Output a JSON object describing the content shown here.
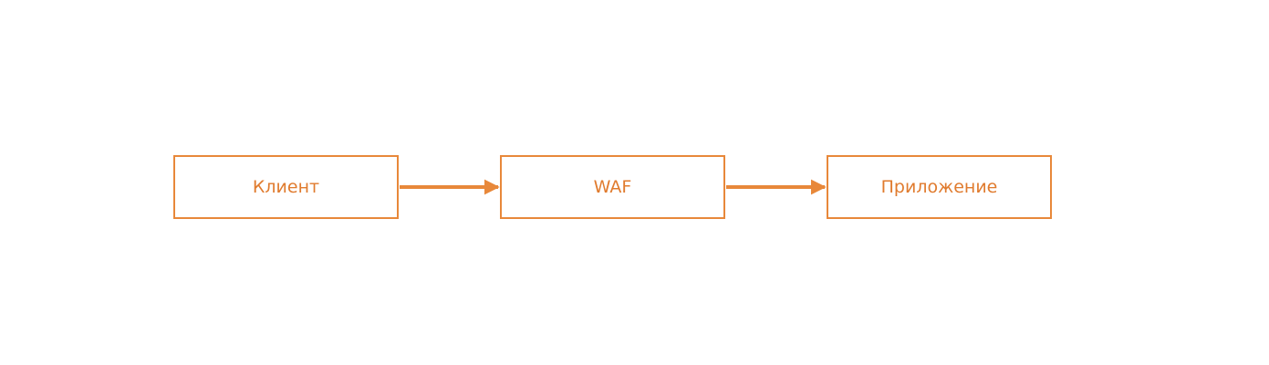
{
  "diagram": {
    "accent_color": "#E8883A",
    "nodes": [
      {
        "id": "client",
        "label": "Клиент"
      },
      {
        "id": "waf",
        "label": "WAF"
      },
      {
        "id": "app",
        "label": "Приложение"
      }
    ],
    "edges": [
      {
        "from": "client",
        "to": "waf"
      },
      {
        "from": "waf",
        "to": "app"
      }
    ]
  }
}
